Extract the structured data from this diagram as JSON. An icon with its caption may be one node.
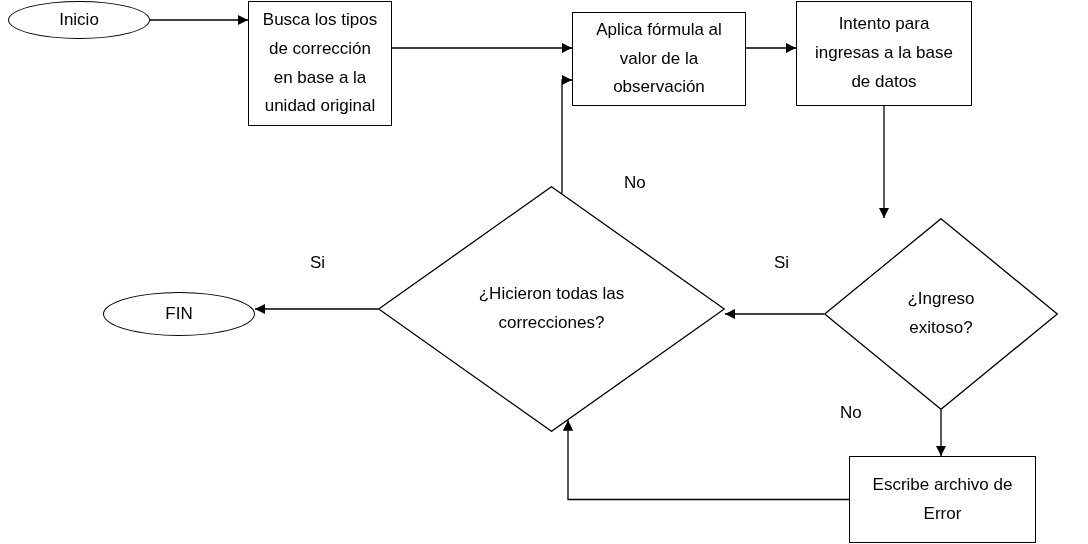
{
  "diagram": {
    "nodes": [
      {
        "text": [
          "Inicio"
        ]
      },
      {
        "text": [
          "Busca los tipos de corrección en base a la unidad original"
        ]
      },
      {
        "text": [
          "Aplica fórmula al valor de la observación"
        ]
      },
      {
        "text": [
          "Intento para ingresas a la base de datos"
        ]
      },
      {
        "text": [
          "¿Hicieron todas las correcciones?"
        ]
      },
      {
        "text": [
          "¿Ingreso exitoso?"
        ]
      },
      {
        "text": [
          "FIN"
        ]
      },
      {
        "text": [
          "Escribe archivo de Error"
        ]
      }
    ],
    "edges": [
      {
        "from": 0,
        "to": 1,
        "arrow": "to"
      },
      {
        "from": 1,
        "to": 2,
        "arrow": "to"
      },
      {
        "from": 2,
        "to": 3,
        "arrow": "to"
      },
      {
        "from": 3,
        "to": 5,
        "arrow": "to"
      },
      {
        "from": 5,
        "to": 4,
        "arrow": "to",
        "label": "Si"
      },
      {
        "from": 5,
        "to": 7,
        "arrow": "to",
        "label": "No"
      },
      {
        "from": 7,
        "to": 4,
        "arrow": "to"
      },
      {
        "from": 4,
        "to": 2,
        "arrow": "to",
        "label": "No"
      },
      {
        "from": 4,
        "to": 6,
        "arrow": "to",
        "label": "Si"
      }
    ]
  }
}
